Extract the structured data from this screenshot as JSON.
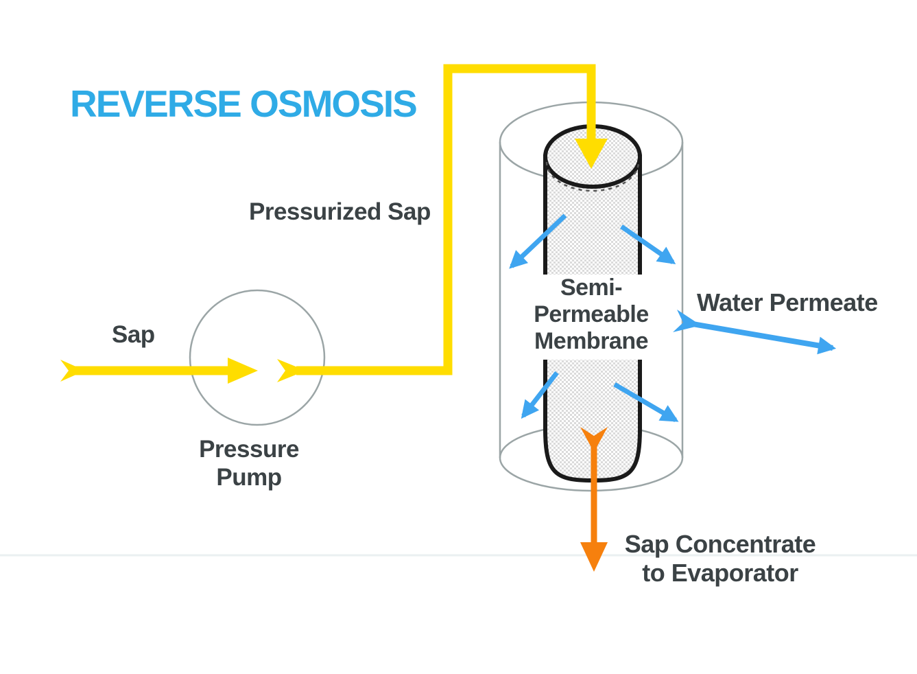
{
  "title": "REVERSE OSMOSIS",
  "labels": {
    "sap": "Sap",
    "pressurized_sap": "Pressurized Sap",
    "pressure_pump_line1": "Pressure",
    "pressure_pump_line2": "Pump",
    "membrane_line1": "Semi-",
    "membrane_line2": "Permeable",
    "membrane_line3": "Membrane",
    "water_permeate": "Water Permeate",
    "sap_concentrate_line1": "Sap Concentrate",
    "sap_concentrate_line2": "to Evaporator"
  },
  "colors": {
    "title_blue": "#2fabe6",
    "pipe_yellow": "#ffdd00",
    "arrow_blue": "#3fa5f0",
    "concentrate_orange": "#f6800d",
    "label_text": "#3b4245",
    "outline_gray": "#9ba5a6",
    "membrane_outline": "#1a1a1a",
    "hatch_gray": "#dbdbdb",
    "divider_gray": "#eaf0f1"
  },
  "diagram": {
    "type": "process-flow",
    "components": [
      {
        "name": "sap-feed-line",
        "label": "Sap",
        "flow_color": "#ffdd00"
      },
      {
        "name": "pressure-pump",
        "label": "Pressure Pump"
      },
      {
        "name": "pressurized-sap-line",
        "label": "Pressurized Sap",
        "flow_color": "#ffdd00"
      },
      {
        "name": "membrane-cylinder",
        "label": "Semi-Permeable Membrane"
      },
      {
        "name": "water-permeate-output",
        "label": "Water Permeate",
        "flow_color": "#3fa5f0"
      },
      {
        "name": "sap-concentrate-output",
        "label": "Sap Concentrate to Evaporator",
        "flow_color": "#f6800d"
      }
    ],
    "flows": [
      {
        "from": "Sap",
        "to": "Pressure Pump",
        "color": "yellow"
      },
      {
        "from": "Pressure Pump",
        "to": "Semi-Permeable Membrane",
        "via": "Pressurized Sap",
        "color": "yellow"
      },
      {
        "from": "Semi-Permeable Membrane",
        "to": "Water Permeate",
        "color": "blue"
      },
      {
        "from": "Semi-Permeable Membrane",
        "to": "Sap Concentrate to Evaporator",
        "color": "orange"
      }
    ]
  }
}
